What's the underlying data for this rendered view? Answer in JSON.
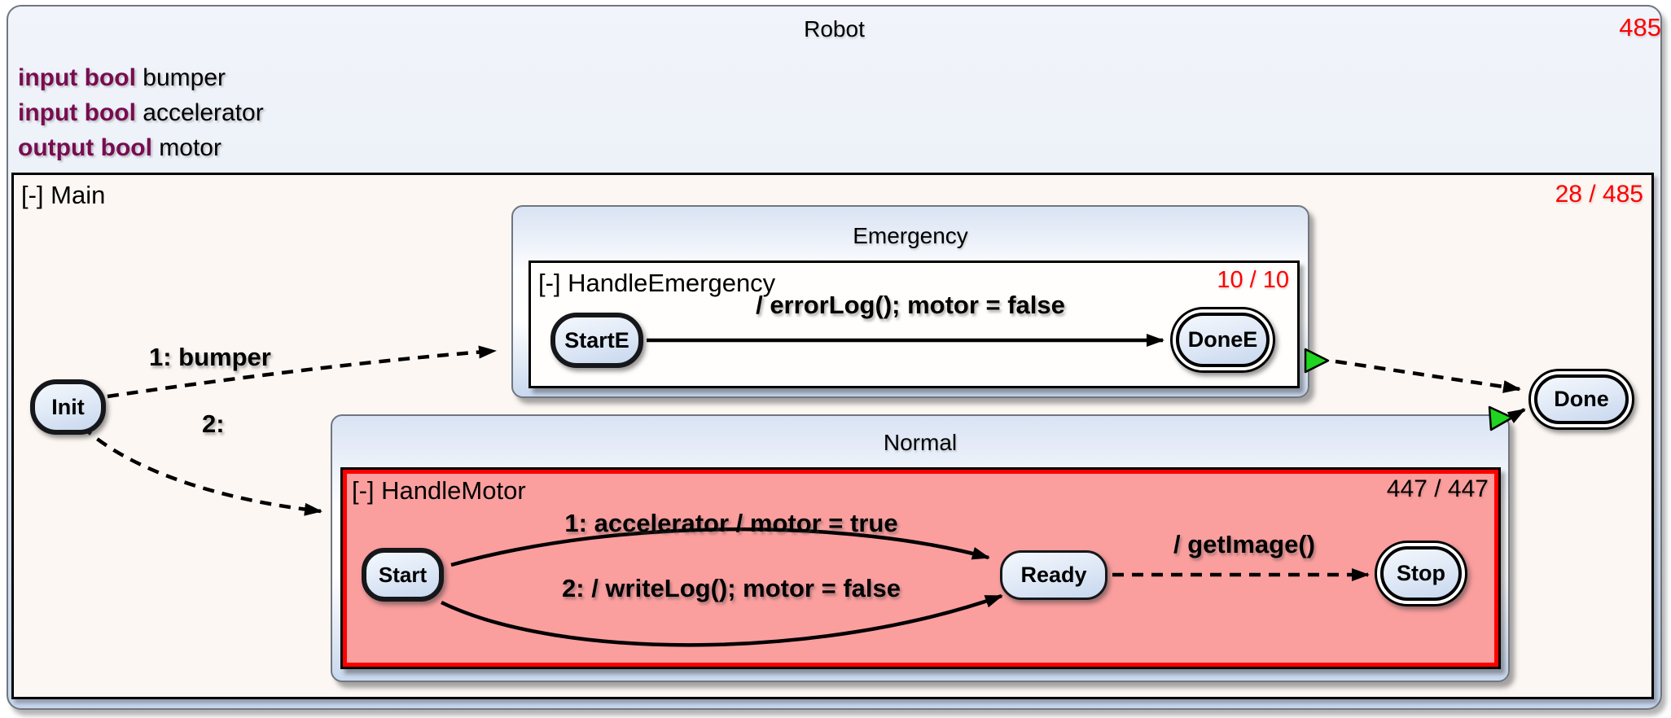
{
  "root": {
    "title": "Robot",
    "counter": "485",
    "declarations": [
      {
        "keyword": "input bool",
        "name": " bumper"
      },
      {
        "keyword": "input bool",
        "name": " accelerator"
      },
      {
        "keyword": "output bool",
        "name": " motor"
      }
    ]
  },
  "main": {
    "label": "[-] Main",
    "counter": "28 / 485"
  },
  "emergency": {
    "title": "Emergency",
    "region": {
      "label": "[-] HandleEmergency",
      "counter": "10 / 10"
    },
    "states": {
      "start": "StartE",
      "done": "DoneE"
    },
    "transition_label": "/ errorLog(); motor = false"
  },
  "normal": {
    "title": "Normal",
    "region": {
      "label": "[-] HandleMotor",
      "counter": "447 / 447"
    },
    "states": {
      "start": "Start",
      "ready": "Ready",
      "stop": "Stop"
    },
    "transition_accelerator": "1: accelerator / motor = true",
    "transition_writelog": "2: / writeLog(); motor = false",
    "transition_getimage": "/ getImage()"
  },
  "states": {
    "init": "Init",
    "done": "Done"
  },
  "transitions": {
    "to_emergency": "1: bumper",
    "to_normal": "2:"
  },
  "colors": {
    "counter_red": "#ff0000",
    "keyword_purple": "#780c50",
    "region_pink_fill": "#fb9e9e",
    "region_red_border": "#ff0000",
    "termination_green": "#1fd51f",
    "state_blue_fill": "#c7d7ef",
    "main_region_bg": "#fcf7f3"
  }
}
